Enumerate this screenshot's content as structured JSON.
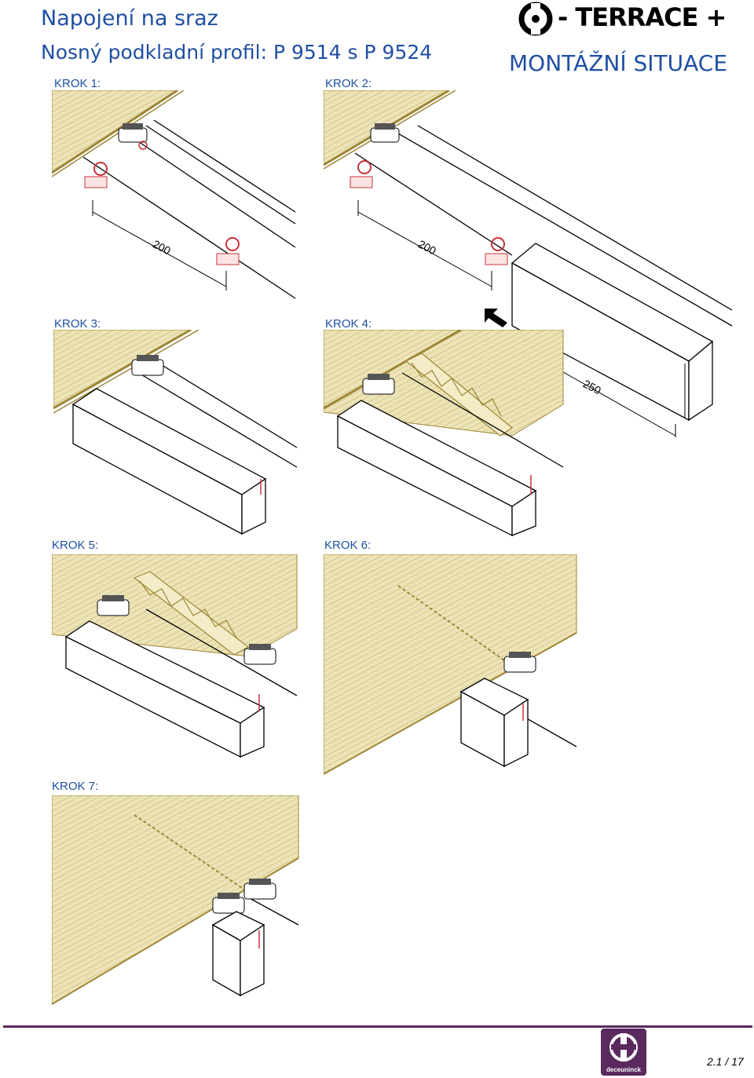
{
  "header": {
    "title": "Napojení na sraz",
    "subtitle": "Nosný podkladní profil: P 9514 s P 9524",
    "brand": "- TERRACE +",
    "section": "MONTÁŽNÍ SITUACE"
  },
  "steps": [
    {
      "label": "KROK 1:",
      "dimension": "200"
    },
    {
      "label": "KROK 2:",
      "dimension": "200",
      "dimension2": "250"
    },
    {
      "label": "KROK 3:"
    },
    {
      "label": "KROK 4:"
    },
    {
      "label": "KROK 5:"
    },
    {
      "label": "KROK 6:"
    },
    {
      "label": "KROK 7:"
    }
  ],
  "footer": {
    "page": "2.1 / 17",
    "brand": "deceuninck"
  },
  "colors": {
    "text_blue": "#1f4fa3",
    "wood": "#e9dfae",
    "wood_dark": "#9c8636",
    "clip_red": "#c8343c",
    "brand_purple": "#5a2a5e"
  }
}
